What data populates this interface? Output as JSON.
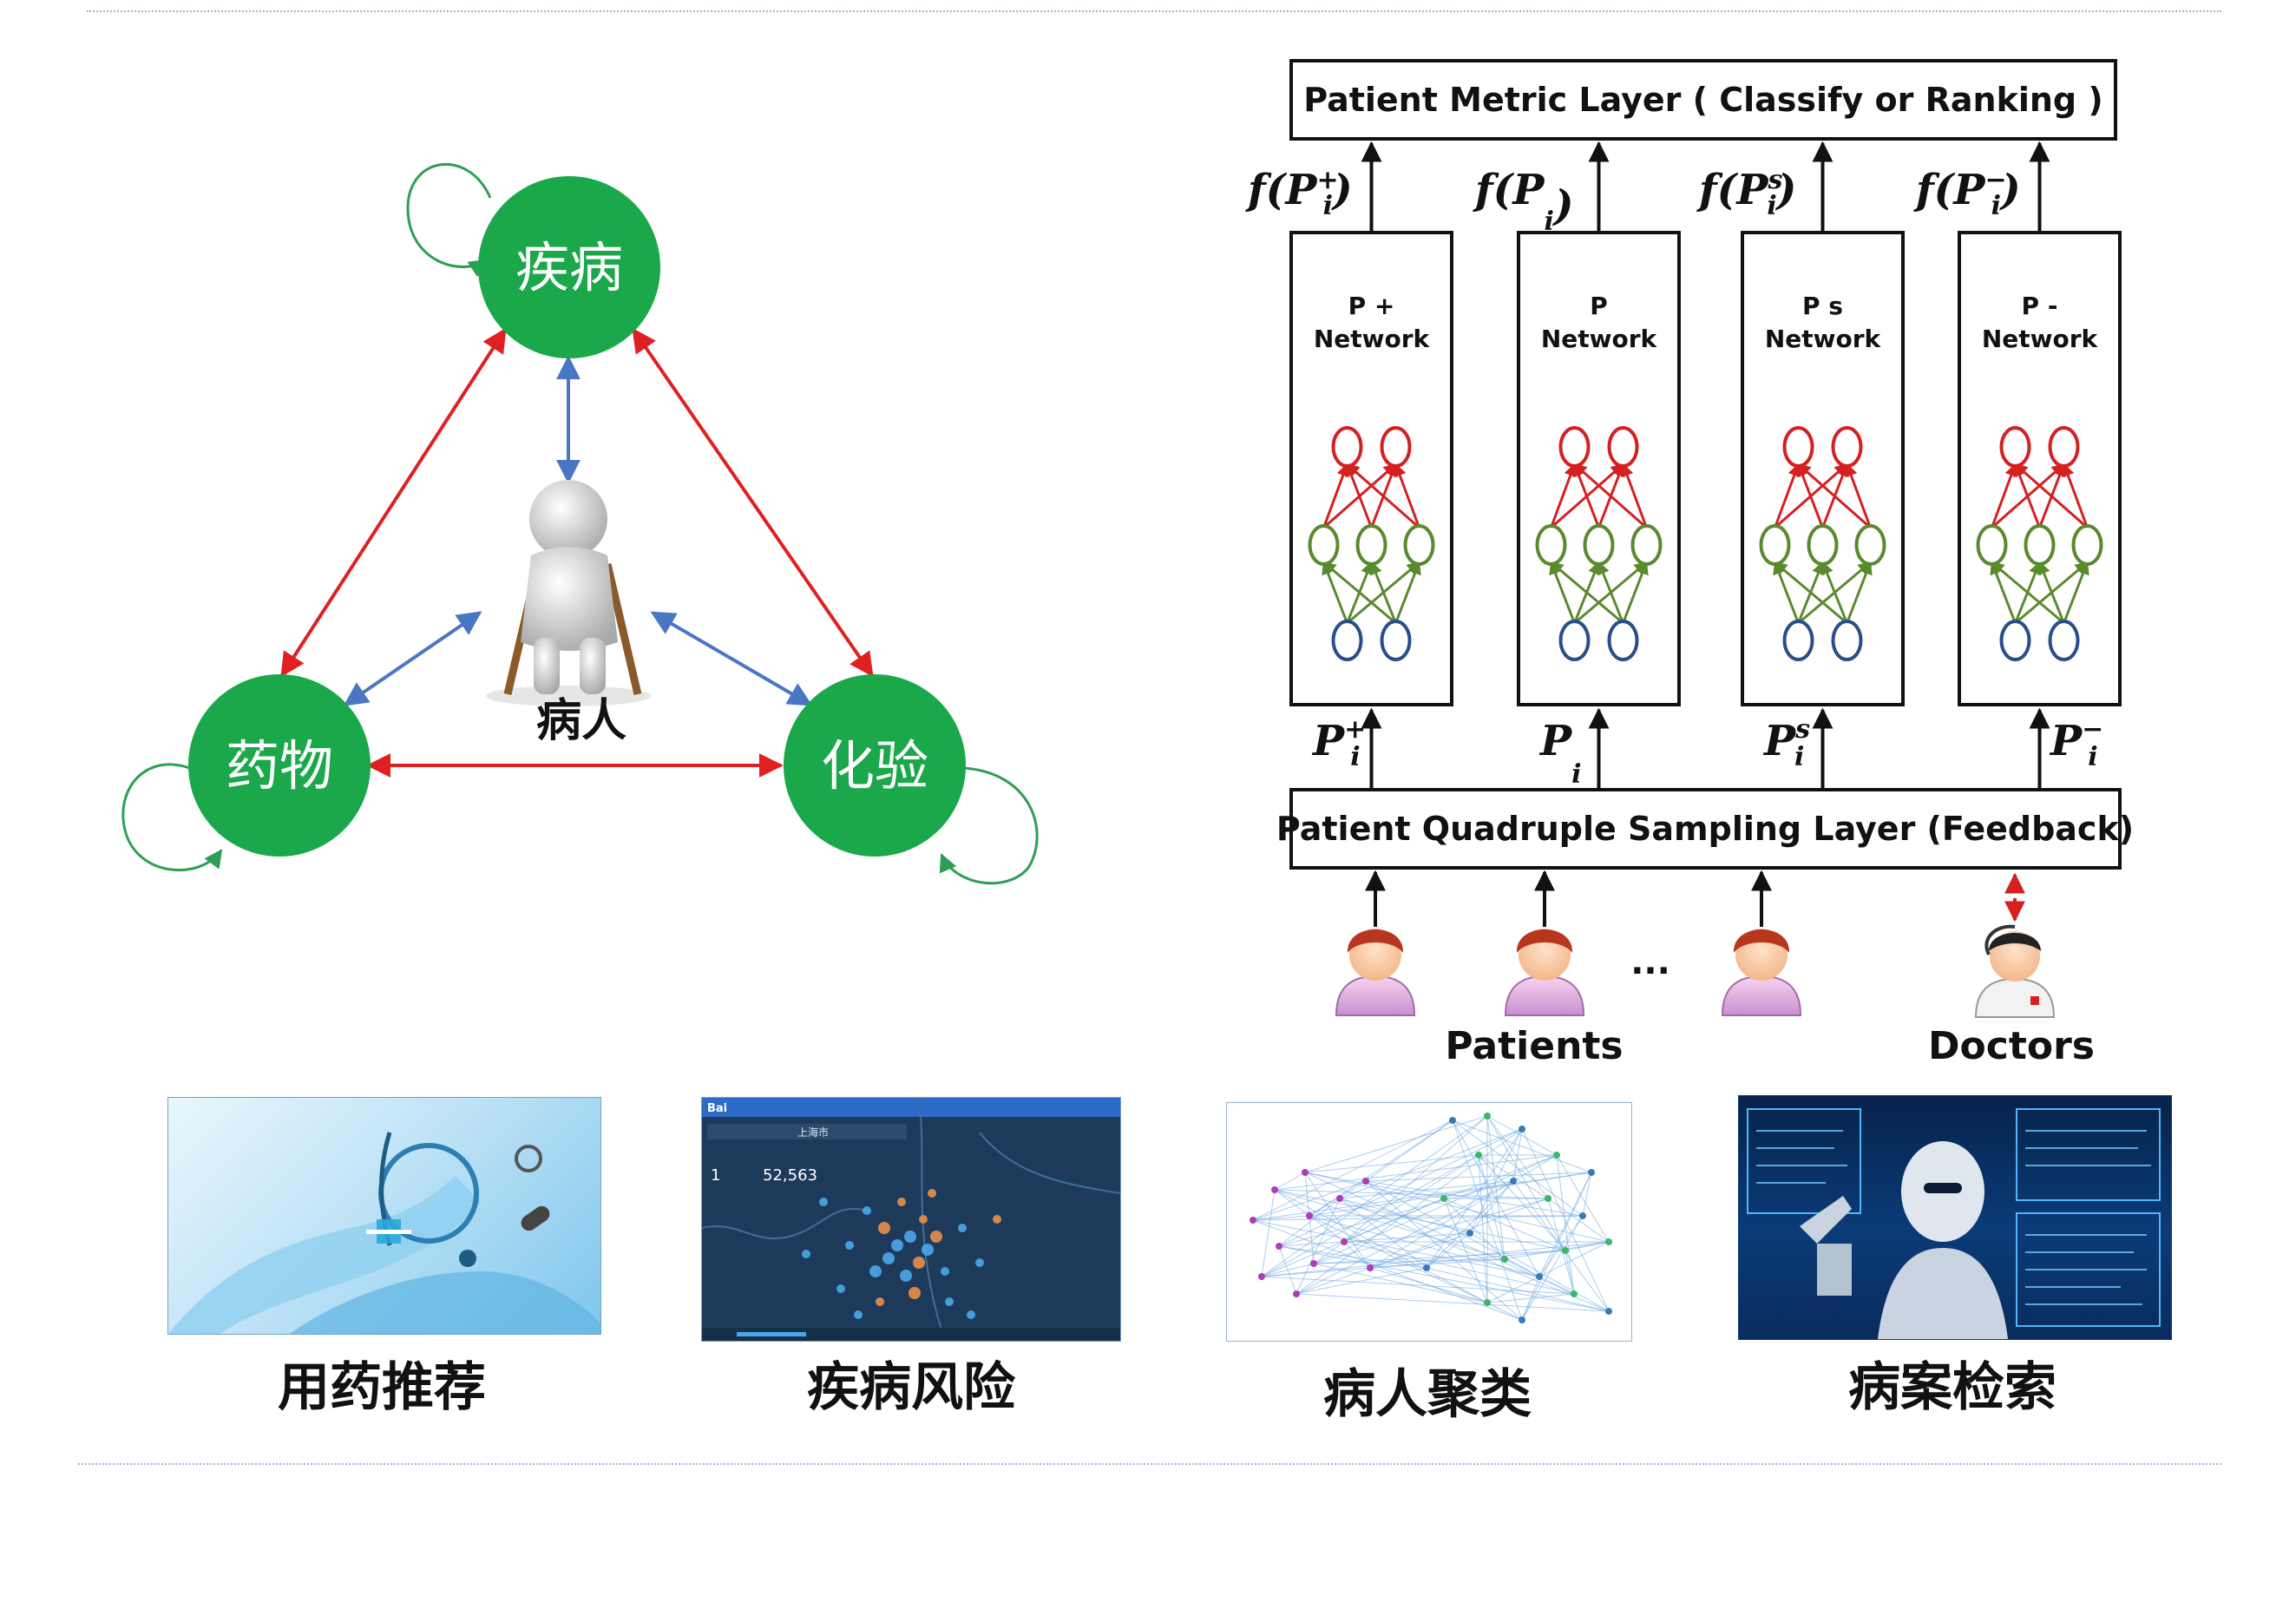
{
  "graph": {
    "nodes": {
      "disease": "疾病",
      "drug": "药物",
      "lab": "化验"
    },
    "patient_label": "病人",
    "colors": {
      "node": "#1aa84a",
      "red_edge": "#e02020",
      "blue_edge": "#4a76c4",
      "loop": "#2e9e55"
    }
  },
  "network": {
    "metric_layer": "Patient Metric Layer ( Classify or Ranking )",
    "sampling_layer": "Patient Quadruple Sampling Layer (Feedback)",
    "columns": [
      {
        "name_line1": "P +",
        "name_line2": "Network",
        "f_base": "f(P",
        "f_sup": "+",
        "f_sub": "i",
        "f_close": ")",
        "in_base": "P",
        "in_sup": "+",
        "in_sub": "i"
      },
      {
        "name_line1": "P",
        "name_line2": "Network",
        "f_base": "f(P",
        "f_sup": "",
        "f_sub": "i",
        "f_close": ")",
        "in_base": "P",
        "in_sup": "",
        "in_sub": "i"
      },
      {
        "name_line1": "P s",
        "name_line2": "Network",
        "f_base": "f(P",
        "f_sup": "s",
        "f_sub": "i",
        "f_close": ")",
        "in_base": "P",
        "in_sup": "s",
        "in_sub": "i"
      },
      {
        "name_line1": "P  -",
        "name_line2": "Network",
        "f_base": "f(P",
        "f_sup": "−",
        "f_sub": "i",
        "f_close": ")",
        "in_base": "P",
        "in_sup": "−",
        "in_sub": "i"
      }
    ],
    "ellipsis": "...",
    "patients_label": "Patients",
    "doctors_label": "Doctors",
    "colors": {
      "top_layer": "#d42020",
      "mid_layer": "#5a8a2e",
      "bottom_layer": "#2a4e8a"
    }
  },
  "applications": [
    {
      "caption": "用药推荐"
    },
    {
      "caption": "疾病风险"
    },
    {
      "caption": "病人聚类"
    },
    {
      "caption": "病案检索"
    }
  ],
  "map_thumb": {
    "brand": "Bai",
    "city": "上海市",
    "count": "52,563",
    "rank": "1"
  }
}
